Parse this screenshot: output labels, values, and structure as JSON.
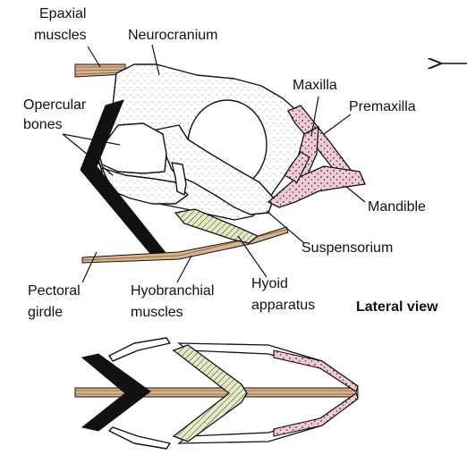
{
  "labels": {
    "epaxial_1": "Epaxial",
    "epaxial_2": "muscles",
    "neurocranium": "Neurocranium",
    "maxilla": "Maxilla",
    "premaxilla": "Premaxilla",
    "opercular_1": "Opercular",
    "opercular_2": "bones",
    "mandible": "Mandible",
    "suspensorium": "Suspensorium",
    "pectoral_1": "Pectoral",
    "pectoral_2": "girdle",
    "hyobranchial_1": "Hyobranchial",
    "hyobranchial_2": "muscles",
    "hyoid_1": "Hyoid",
    "hyoid_2": "apparatus",
    "lateral_view": "Lateral view"
  },
  "colors": {
    "jaw_pink": "#f2c9d8",
    "hyoid_green": "#e7ebc4",
    "muscle_tan": "#d9b48a",
    "girdle_black": "#111111"
  }
}
